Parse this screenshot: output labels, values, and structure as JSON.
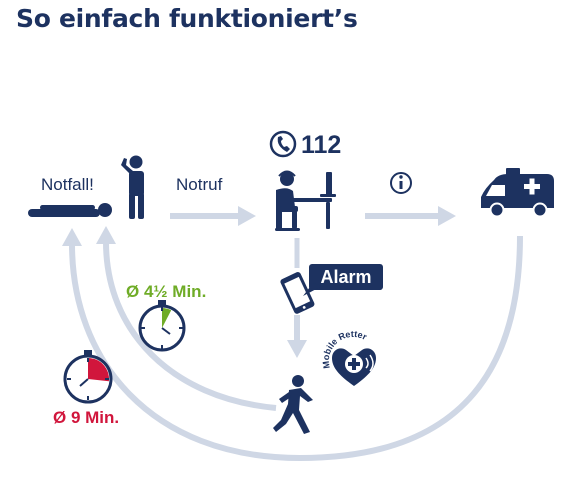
{
  "title": "So einfach funktioniert’s",
  "labels": {
    "emergency": "Notfall!",
    "call": "Notruf",
    "phone_number": "112",
    "alarm": "Alarm",
    "time_mobile_retter": "Ø 4½ Min.",
    "time_ambulance": "Ø 9 Min.",
    "badge_text": "Mobile Retter"
  },
  "colors": {
    "navy": "#1d3260",
    "arrow": "#cfd7e5",
    "green": "#6fac27",
    "red": "#d1163c"
  },
  "icons": [
    "lying-person-icon",
    "standing-person-icon",
    "phone-icon",
    "info-icon",
    "dispatcher-icon",
    "ambulance-icon",
    "smartphone-icon",
    "mobile-retter-logo-icon",
    "running-person-icon",
    "stopwatch-green-icon",
    "stopwatch-red-icon"
  ]
}
